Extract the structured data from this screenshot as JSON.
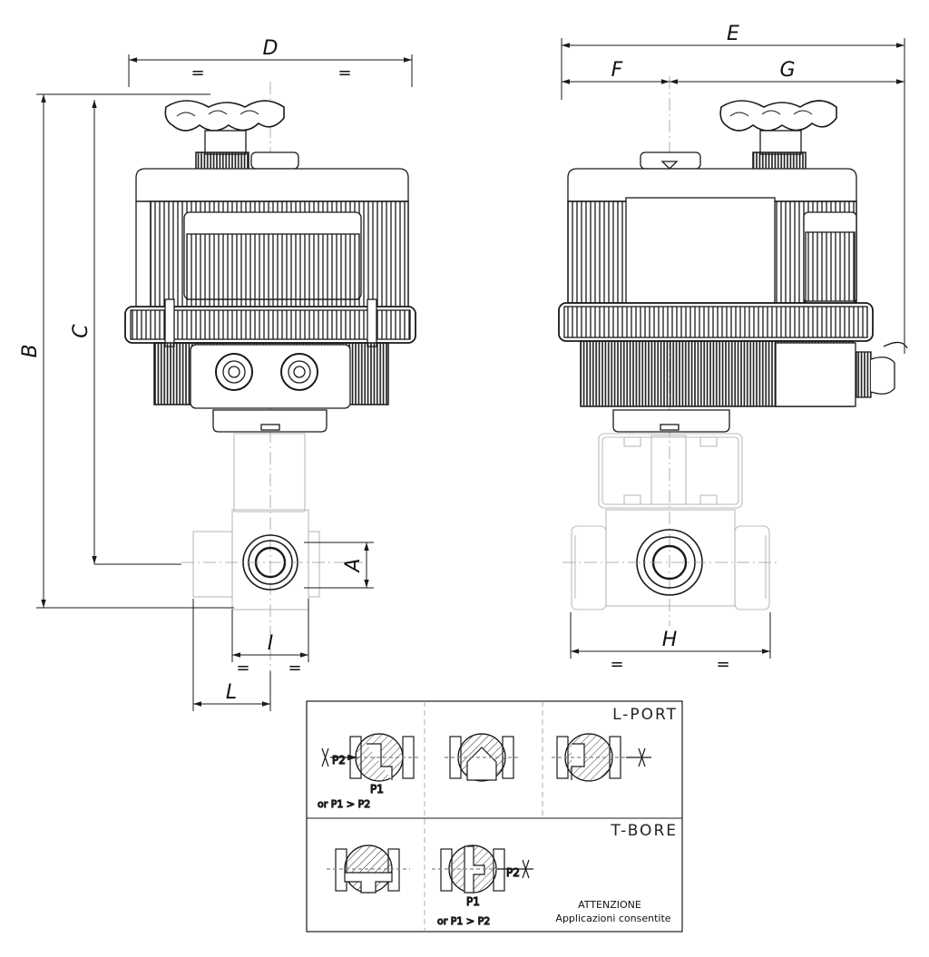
{
  "dimensions": {
    "A": "A",
    "B": "B",
    "C": "C",
    "D": "D",
    "E": "E",
    "F": "F",
    "G": "G",
    "H": "H",
    "I": "I",
    "L": "L",
    "equal": "="
  },
  "legend": {
    "l_port_title": "L-PORT",
    "t_bore_title": "T-BORE",
    "p1": "P1",
    "p2": "P2",
    "or_p1_gt_p2": "or P1 > P2",
    "attention": "ATTENZIONE",
    "allowed_applications": "Applicazioni consentite"
  },
  "colors": {
    "line": "#1a1a1a",
    "ghost": "#c8c8c8",
    "hatch": "#333333"
  }
}
